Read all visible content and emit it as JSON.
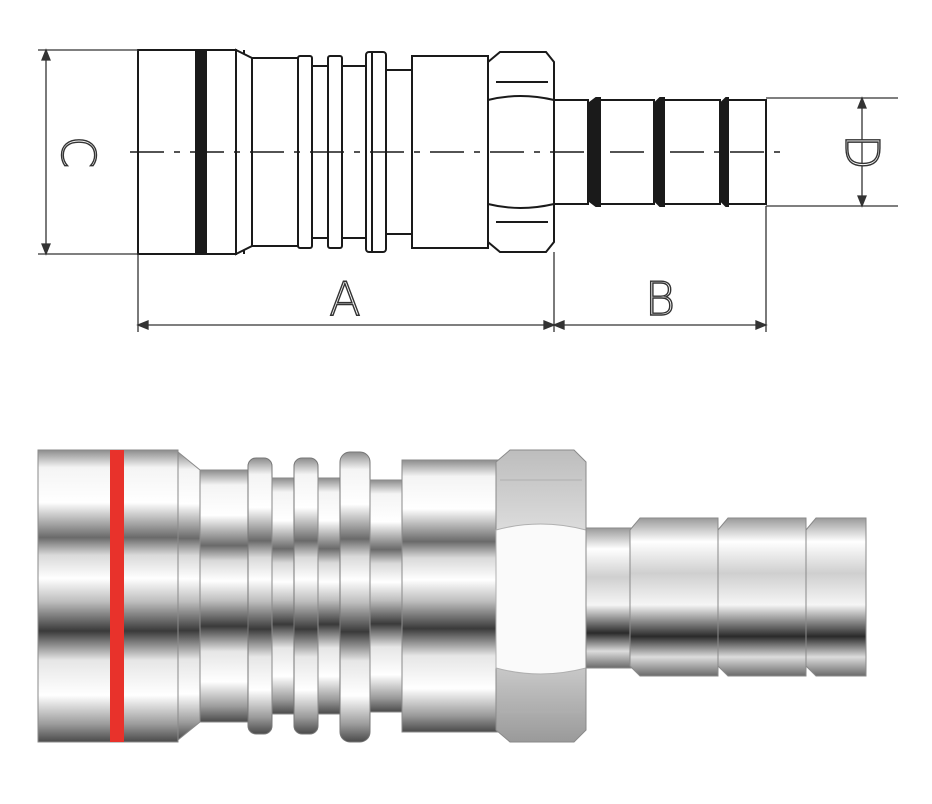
{
  "dimension_labels": {
    "a": "A",
    "b": "B",
    "c": "C",
    "d": "D"
  },
  "colors": {
    "line": "#1a1a1a",
    "band": "#e8322b",
    "metal_light": "#f2f2f2",
    "metal_dark": "#2a2a2a"
  }
}
